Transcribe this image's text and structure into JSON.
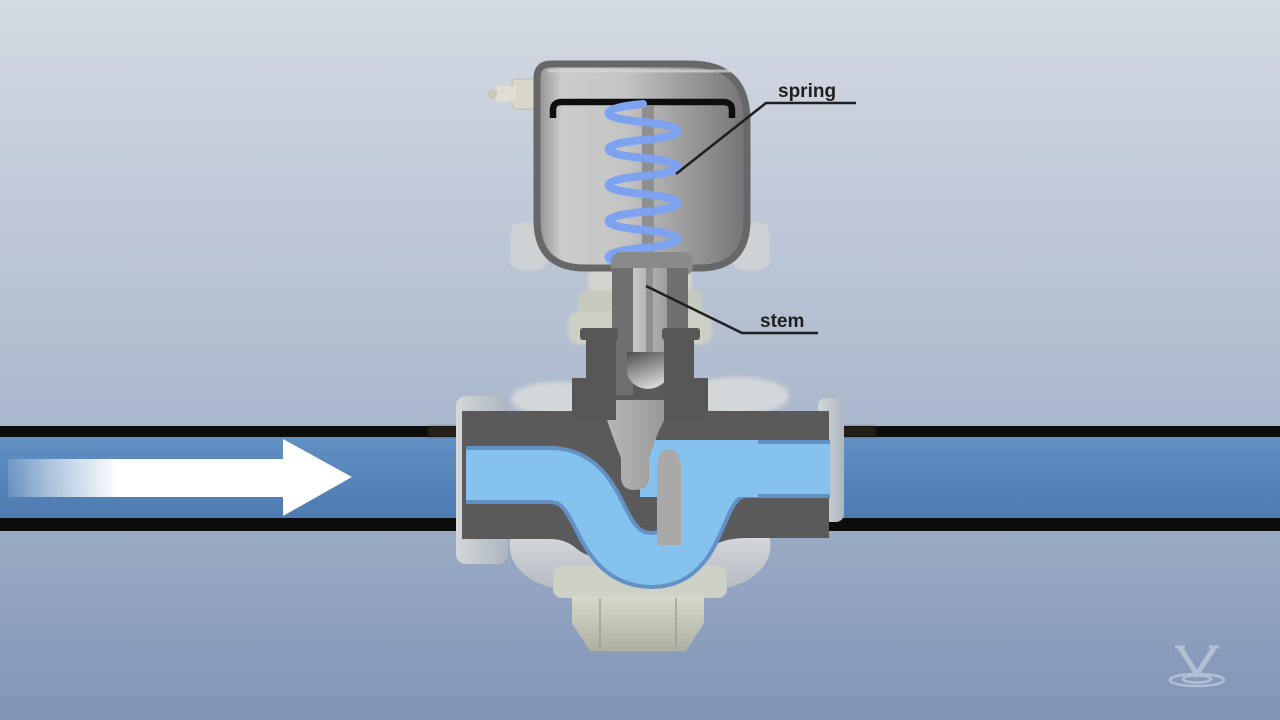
{
  "scene": {
    "description": "Cutaway diagram of a spring-loaded control valve installed on a horizontal pipe, with water flowing left to right",
    "labels": {
      "spring": "spring",
      "stem": "stem"
    },
    "flow_arrow": {
      "icon": "flow-direction-arrow",
      "direction": "right"
    },
    "watermark": {
      "icon": "droplet-ripple-logo"
    },
    "colors": {
      "background_top": "#d4dae3",
      "background_bottom": "#8095b7",
      "pipe_water": "#5b86bd",
      "pipe_wall": "#0c0c0c",
      "valve_fluid": "#85c3ee",
      "valve_fluid_shadow": "#6391c6",
      "valve_body_metal": "#5a5a5a",
      "actuator_metal_light": "#cacaca",
      "actuator_metal_dark": "#767676",
      "spring": "#7da2f0",
      "diaphragm": "#0e0e0e",
      "label_text": "#1f1f1f",
      "leader_line": "#202020",
      "flow_arrow_color": "#ffffff",
      "casting_metal": "#ccd0d4",
      "drain_nut": "#c6cab9"
    }
  }
}
